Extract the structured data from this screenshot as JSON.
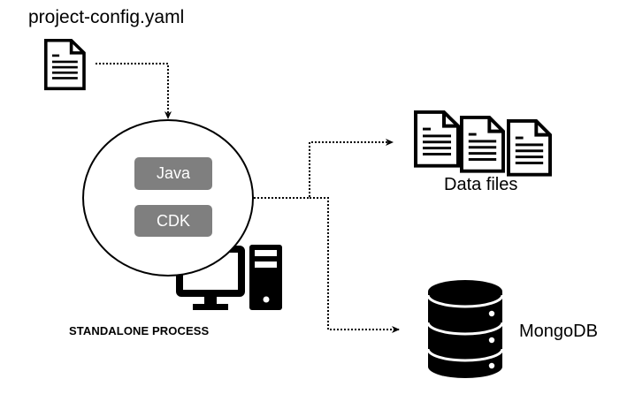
{
  "diagram": {
    "config_file": {
      "label": "project-config.yaml",
      "icon": "document-icon"
    },
    "process": {
      "label": "STANDALONE PROCESS",
      "components": [
        "Java",
        "CDK"
      ],
      "icon": "desktop-computer-icon",
      "component_color": "#7f7f7f"
    },
    "outputs": [
      {
        "label": "Data files",
        "icon": "documents-icon"
      },
      {
        "label": "MongoDB",
        "icon": "database-icon"
      }
    ],
    "connectors": [
      {
        "from": "project-config.yaml",
        "to": "STANDALONE PROCESS",
        "style": "dotted-arrow"
      },
      {
        "from": "STANDALONE PROCESS",
        "to": "Data files",
        "style": "dotted-arrow"
      },
      {
        "from": "STANDALONE PROCESS",
        "to": "MongoDB",
        "style": "dotted-arrow"
      }
    ]
  }
}
